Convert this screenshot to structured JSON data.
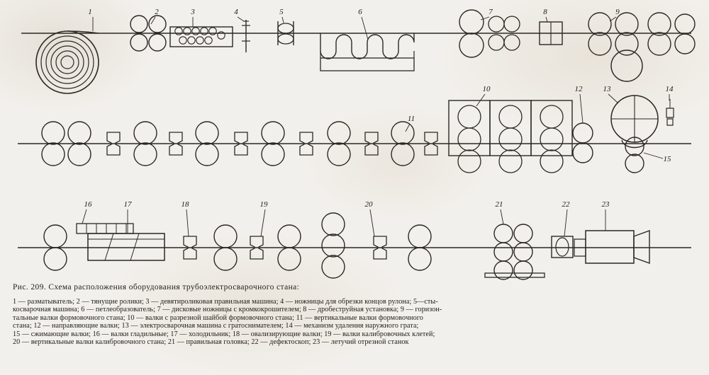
{
  "figure": {
    "caption": "Рис. 209. Схема расположения оборудования трубоэлектросварочного стана:",
    "caption_number": "209",
    "legend_lines": [
      "1 — разматыватель; 2 — тянущие ролики; 3 — девятироликовая правильная машина; 4 — ножницы для обрезки концов рулона; 5—сты-",
      "косварочная машина; 6 — петлеобразователь; 7 — дисковые ножницы с кромкокрошителем; 8 — дробеструйная установка; 9 — горизон-",
      "тальные валки формовочного стана; 10 — валки с разрезной шайбой формовочного стана; 11 — вертикальные валки формовочного",
      "стана; 12 — направляющие валки; 13 — электросварочная машина с гратоснимателем; 14 — механизм удаления наружного грата;",
      "15 — сжимающие валки; 16 — валки гладильные; 17 — холодильник; 18 — овализирующие валки; 19 — валки калибровочных клетей;",
      "20 — вертикальные валки калибровочного стана; 21 — правильная головка; 22 — дефектоскоп; 23 — летучий отрезной станок"
    ],
    "legend_items": [
      {
        "number": "1",
        "label": "разматыватель"
      },
      {
        "number": "2",
        "label": "тянущие ролики"
      },
      {
        "number": "3",
        "label": "девятироликовая правильная машина"
      },
      {
        "number": "4",
        "label": "ножницы для обрезки концов рулона"
      },
      {
        "number": "5",
        "label": "стыкосварочная машина"
      },
      {
        "number": "6",
        "label": "петлеобразователь"
      },
      {
        "number": "7",
        "label": "дисковые ножницы с кромкокрошителем"
      },
      {
        "number": "8",
        "label": "дробеструйная установка"
      },
      {
        "number": "9",
        "label": "горизонтальные валки формовочного стана"
      },
      {
        "number": "10",
        "label": "валки с разрезной шайбой формовочного стана"
      },
      {
        "number": "11",
        "label": "вертикальные валки формовочного стана"
      },
      {
        "number": "12",
        "label": "направляющие валки"
      },
      {
        "number": "13",
        "label": "электросварочная машина с гратоснимателем"
      },
      {
        "number": "14",
        "label": "механизм удаления наружного грата"
      },
      {
        "number": "15",
        "label": "сжимающие валки"
      },
      {
        "number": "16",
        "label": "валки гладильные"
      },
      {
        "number": "17",
        "label": "холодильник"
      },
      {
        "number": "18",
        "label": "овализирующие валки"
      },
      {
        "number": "19",
        "label": "валки калибровочных клетей"
      },
      {
        "number": "20",
        "label": "вертикальные валки калибровочного стана"
      },
      {
        "number": "21",
        "label": "правильная головка"
      },
      {
        "number": "22",
        "label": "дефектоскоп"
      },
      {
        "number": "23",
        "label": "летучий отрезной станок"
      }
    ],
    "callouts": {
      "row1": [
        "1",
        "2",
        "3",
        "4",
        "5",
        "6",
        "7",
        "8",
        "9"
      ],
      "row2": [
        "10",
        "11",
        "12",
        "13",
        "14",
        "15"
      ],
      "row3": [
        "16",
        "17",
        "18",
        "19",
        "20",
        "21",
        "22",
        "23"
      ]
    },
    "colors": {
      "paper": "#f2f0ec",
      "ink": "#231f1a",
      "line": "#2b2823"
    }
  }
}
